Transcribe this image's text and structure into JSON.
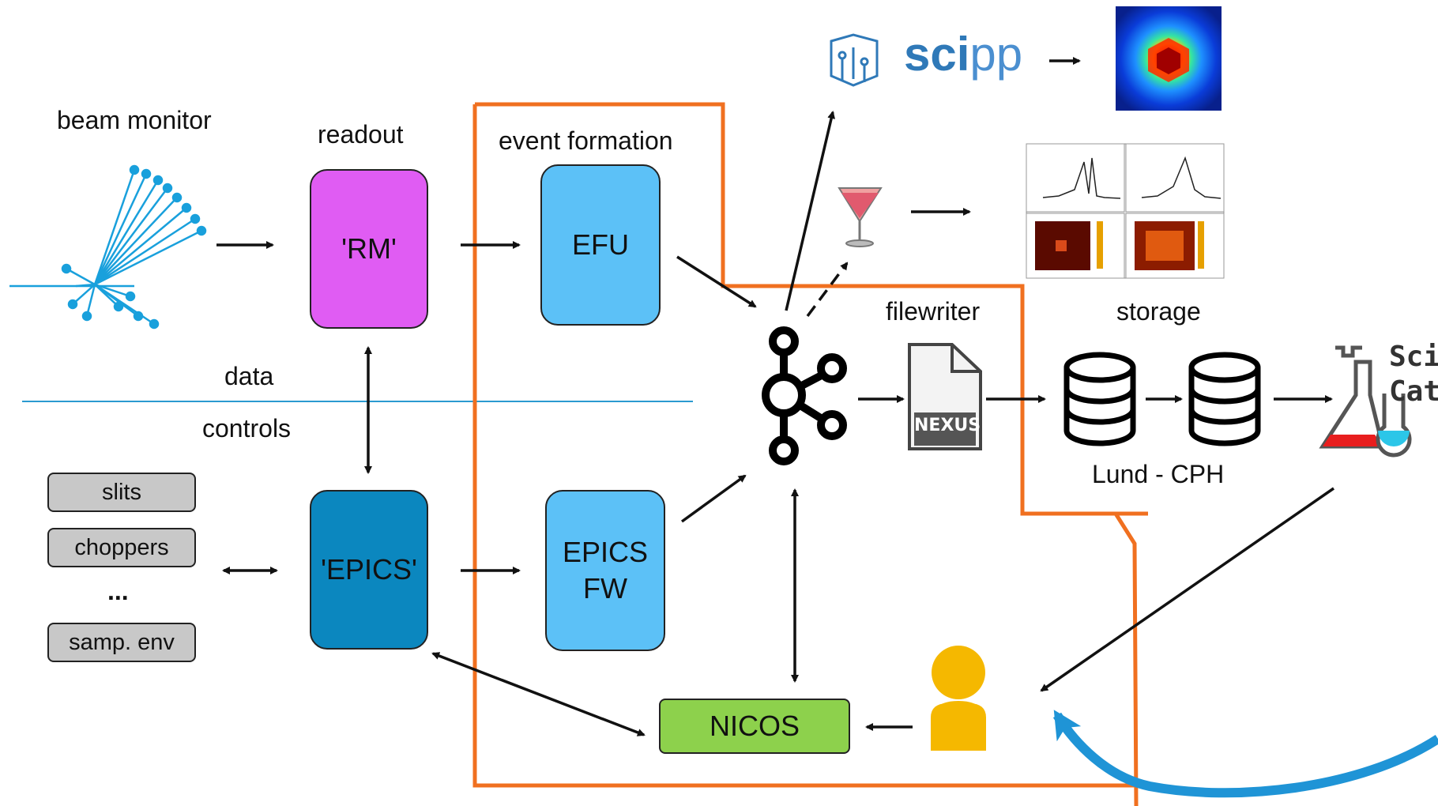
{
  "labels": {
    "beam_monitor": "beam monitor",
    "readout": "readout",
    "event_formation": "event formation",
    "filewriter": "filewriter",
    "storage": "storage",
    "lund_cph": "Lund - CPH",
    "data": "data",
    "controls": "controls",
    "ellipsis": "..."
  },
  "boxes": {
    "rm": "'RM'",
    "epics": "'EPICS'",
    "efu": "EFU",
    "epics_fw_line1": "EPICS",
    "epics_fw_line2": "FW",
    "nicos": "NICOS",
    "slits": "slits",
    "choppers": "choppers",
    "samp_env": "samp. env"
  },
  "logos": {
    "scipp_bold": "sci",
    "scipp_light": "pp",
    "nexus": "NEXUS",
    "scicat_line1": "Sci",
    "scicat_line2": "Cat"
  },
  "colors": {
    "rm_box": "#e05cf3",
    "epics_box": "#0b87bf",
    "efu_box": "#5cc1f7",
    "nicos_box": "#8dd14c",
    "control_device": "#c8c8c8",
    "orange_boundary": "#f07020",
    "blue_divider": "#2b9ad0",
    "user_icon": "#f5b800",
    "blue_curve": "#1f94d6"
  },
  "icons": [
    "beam-monitor-icon",
    "kafka-icon",
    "cocktail-icon",
    "nexus-file-icon",
    "database-icon",
    "scicat-flask-icon",
    "user-icon",
    "scipp-logo-icon",
    "heatmap-image",
    "plots-screenshot"
  ]
}
